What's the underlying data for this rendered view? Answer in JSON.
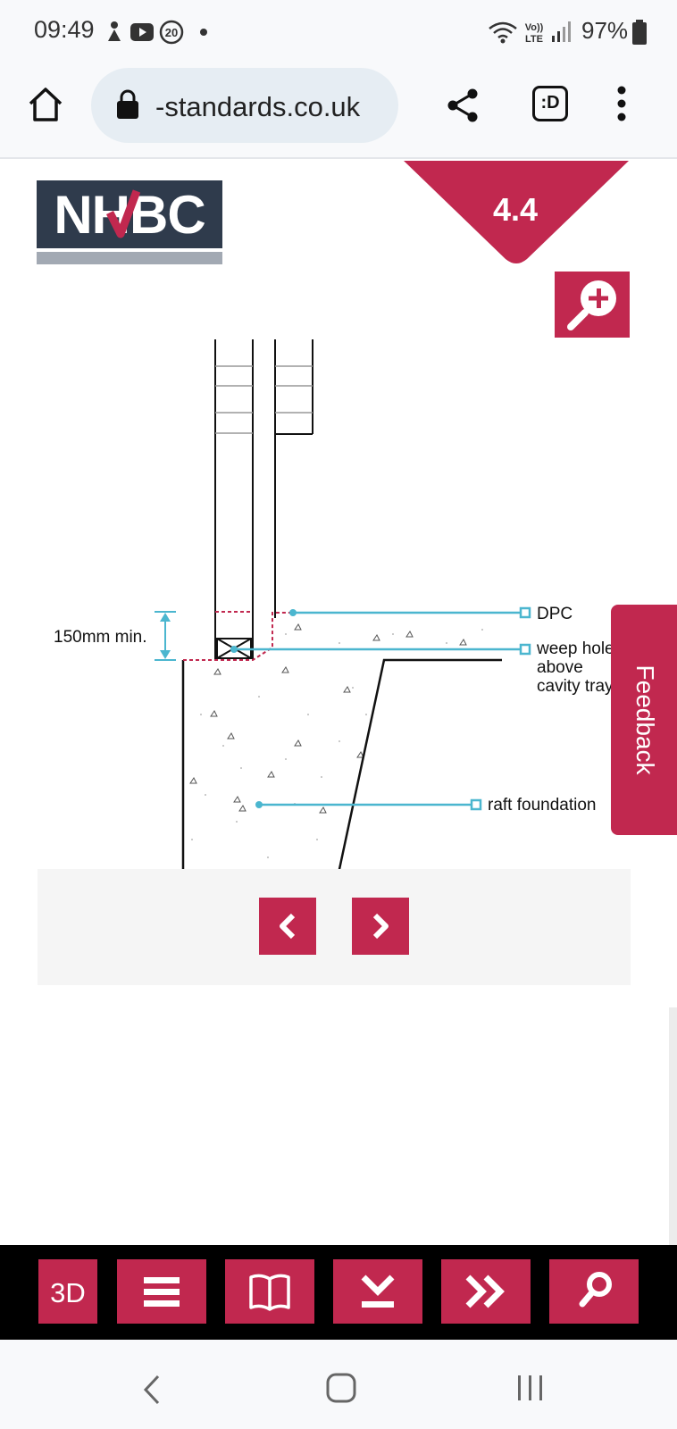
{
  "status_bar": {
    "time": "09:49",
    "notification_badge": "20",
    "battery": "97%",
    "network": "LTE"
  },
  "browser": {
    "url": "-standards.co.uk",
    "tab_switcher_label": ":D"
  },
  "page": {
    "logo_text": "NHBC",
    "section_number": "4.4",
    "drawing": {
      "dimension_label": "150mm min.",
      "labels": {
        "dpc": "DPC",
        "weep_line1": "weep hole",
        "weep_line2": "above",
        "weep_line3": "cavity tray",
        "raft": "raft foundation"
      }
    },
    "feedback_label": "Feedback"
  },
  "app_bar": {
    "btn_3d": "3D"
  },
  "colors": {
    "brand_red": "#c1284f",
    "logo_navy": "#2f3b4c",
    "leader_line": "#4bb6cf"
  },
  "icons": [
    "home-icon",
    "lock-icon",
    "share-icon",
    "tabs-icon",
    "more-icon",
    "zoom-in-icon",
    "chevron-left-icon",
    "chevron-right-icon",
    "menu-icon",
    "book-icon",
    "download-icon",
    "fast-forward-icon",
    "search-icon",
    "back-icon",
    "home-nav-icon",
    "recents-icon"
  ]
}
